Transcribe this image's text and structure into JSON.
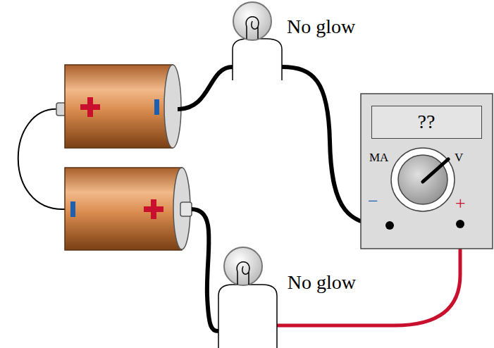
{
  "diagram": {
    "nodes": [
      {
        "text": [
          "MA",
          "V",
          "−",
          "+"
        ]
      },
      {
        "text": [
          "??"
        ],
        "in": 0
      }
    ],
    "labels": [
      "No glow",
      "No glow"
    ]
  }
}
